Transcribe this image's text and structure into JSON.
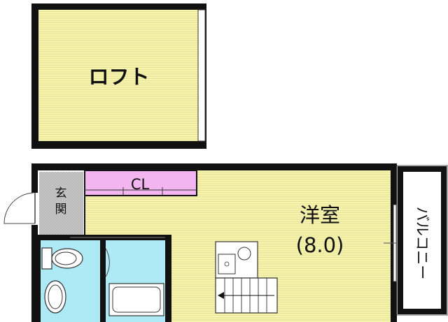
{
  "rooms": {
    "loft": "ロフト",
    "closet": "CL",
    "entrance": "玄関",
    "western_room": "洋室",
    "western_room_size": "(8.0)",
    "balcony": "バルコニー"
  },
  "colors": {
    "room_floor": "#f6f4ae",
    "closet": "#f3b5ef",
    "wet_area": "#aeeaf6",
    "entrance": "#c9c9c9",
    "wall": "#111111"
  }
}
